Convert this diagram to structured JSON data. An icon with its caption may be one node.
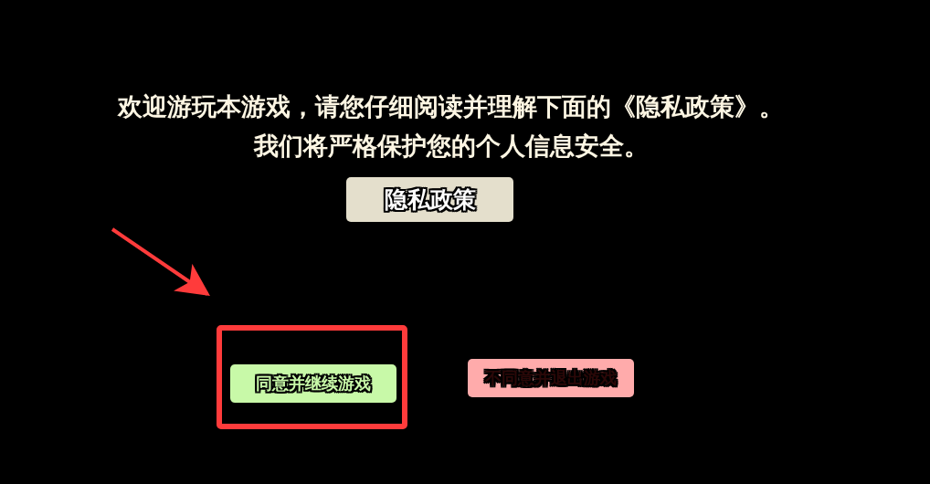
{
  "diagram": {
    "nodes": [
      {
        "text": [
          "隐私政策"
        ]
      },
      {
        "text": [],
        "shape": "box"
      },
      {
        "text": [
          "同意并继续游戏"
        ],
        "in": 1
      },
      {
        "text": [
          "不同意并退出游戏"
        ]
      }
    ],
    "edges": [
      {
        "from": null,
        "to": 1,
        "arrow": "to",
        "color": "#ff3b3b"
      }
    ],
    "labels": [
      "欢迎游玩本游戏，请您仔细阅读并理解下面的《隐私政策》。我们将严格保护您的个人信息安全。"
    ]
  }
}
